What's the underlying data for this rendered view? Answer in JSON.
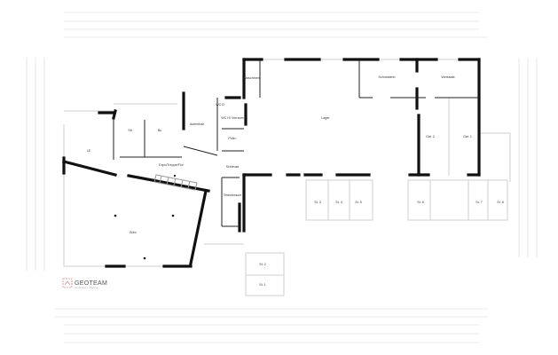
{
  "plan": {
    "rooms": [
      {
        "id": "le",
        "label": "LE"
      },
      {
        "id": "sti",
        "label": "Sti."
      },
      {
        "id": "bu",
        "label": "Bu"
      },
      {
        "id": "aufenthalt",
        "label": "Aufenthalt"
      },
      {
        "id": "wc",
        "label": "WC D"
      },
      {
        "id": "wc-vorraum",
        "label": "WC H/ Vorraum"
      },
      {
        "id": "putz",
        "label": "Putzr."
      },
      {
        "id": "schleuse",
        "label": "Schleuse"
      },
      {
        "id": "technik",
        "label": "Technikraum"
      },
      {
        "id": "flur",
        "label": "Expo/Treppe/Flur"
      },
      {
        "id": "buero",
        "label": "Büro"
      },
      {
        "id": "maschinen",
        "label": "Maschinen"
      },
      {
        "id": "lager",
        "label": "Lager"
      },
      {
        "id": "schneiderei",
        "label": "Schneiderei"
      },
      {
        "id": "werkstatt",
        "label": "Werkstatt"
      },
      {
        "id": "gar2",
        "label": "Gar. 2"
      },
      {
        "id": "gar1",
        "label": "Gar. 1"
      }
    ],
    "parking": [
      "St. 3",
      "St. 4",
      "St. 5",
      "St. 6",
      "St. 7",
      "St. 8",
      "St. 2",
      "St. 1"
    ]
  },
  "logo": {
    "name": "GEOTEAM",
    "tagline": "Vermessung · Planung"
  },
  "colors": {
    "wall": "#111111",
    "window": "#cfcfcf",
    "dimension": "#d6d6d6"
  }
}
